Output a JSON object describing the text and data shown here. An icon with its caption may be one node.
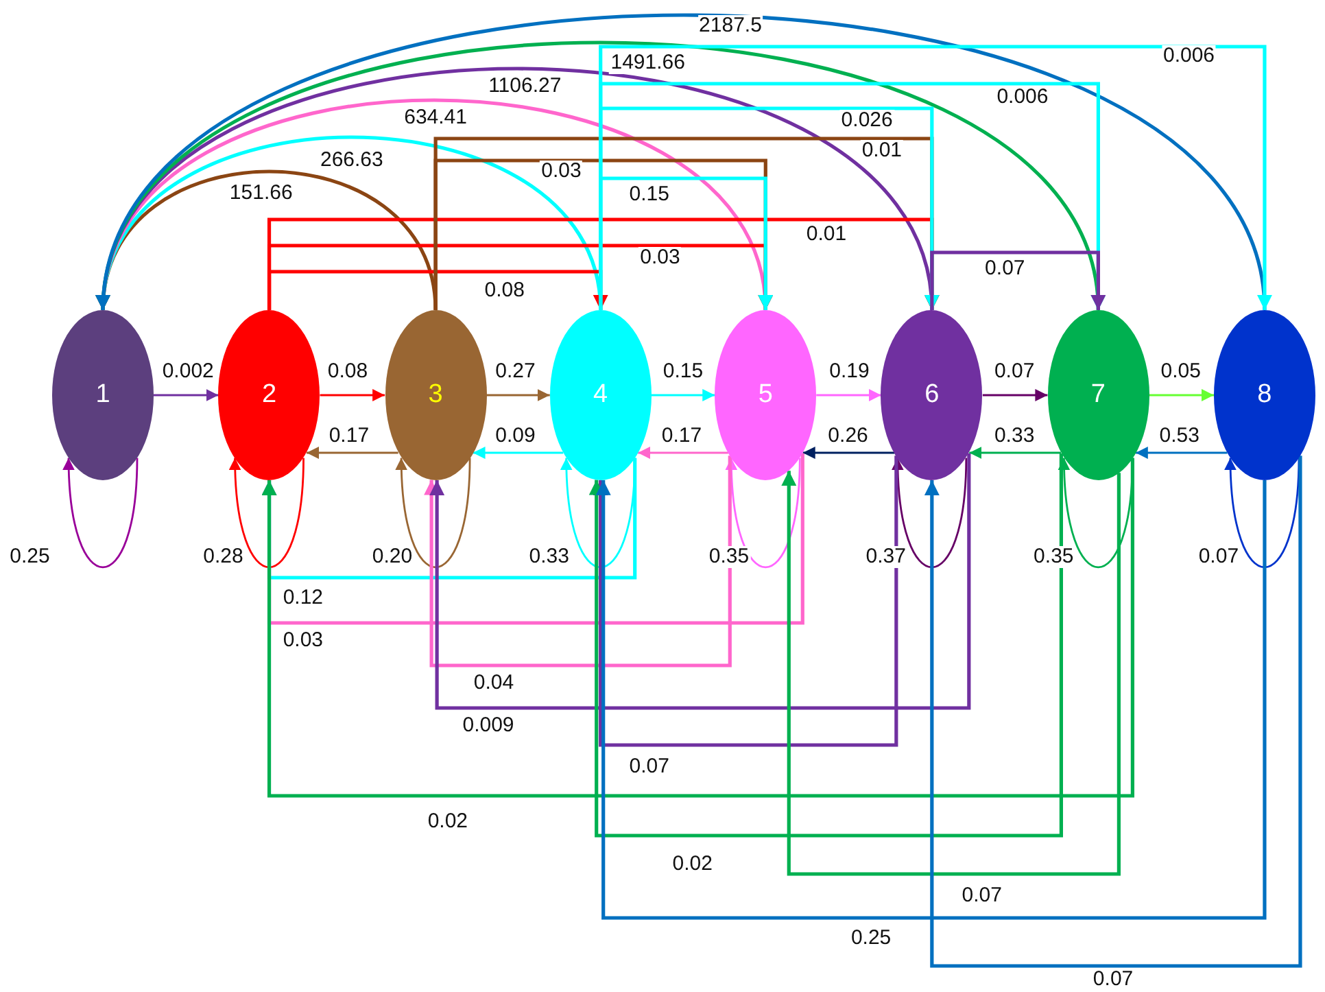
{
  "diagram": {
    "nodes": [
      {
        "text": [
          "1"
        ]
      },
      {
        "text": [
          "2"
        ]
      },
      {
        "text": [
          "3"
        ]
      },
      {
        "text": [
          "4"
        ]
      },
      {
        "text": [
          "5"
        ]
      },
      {
        "text": [
          "6"
        ]
      },
      {
        "text": [
          "7"
        ]
      },
      {
        "text": [
          "8"
        ]
      }
    ],
    "edges": [
      {
        "from": 0,
        "to": 1,
        "arrow": "to",
        "label": "0.002",
        "color": "#7030a0"
      },
      {
        "from": 1,
        "to": 2,
        "arrow": "to",
        "label": "0.08",
        "color": "#ff0000"
      },
      {
        "from": 2,
        "to": 3,
        "arrow": "to",
        "label": "0.27",
        "color": "#996633"
      },
      {
        "from": 3,
        "to": 4,
        "arrow": "to",
        "label": "0.15",
        "color": "#00ffff"
      },
      {
        "from": 4,
        "to": 5,
        "arrow": "to",
        "label": "0.19",
        "color": "#ff66ff"
      },
      {
        "from": 5,
        "to": 6,
        "arrow": "to",
        "label": "0.07",
        "color": "#660066"
      },
      {
        "from": 6,
        "to": 7,
        "arrow": "to",
        "label": "0.05",
        "color": "#66ff33"
      },
      {
        "from": 2,
        "to": 1,
        "arrow": "to",
        "label": "0.17",
        "color": "#996633"
      },
      {
        "from": 3,
        "to": 2,
        "arrow": "to",
        "label": "0.09",
        "color": "#00ffff"
      },
      {
        "from": 4,
        "to": 3,
        "arrow": "to",
        "label": "0.17",
        "color": "#ff66cc"
      },
      {
        "from": 5,
        "to": 4,
        "arrow": "to",
        "label": "0.26",
        "color": "#002060"
      },
      {
        "from": 6,
        "to": 5,
        "arrow": "to",
        "label": "0.33",
        "color": "#00b050"
      },
      {
        "from": 7,
        "to": 6,
        "arrow": "to",
        "label": "0.53",
        "color": "#0070c0"
      },
      {
        "from": 0,
        "to": 0,
        "arrow": "to",
        "label": "0.25",
        "color": "#990099"
      },
      {
        "from": 1,
        "to": 1,
        "arrow": "to",
        "label": "0.28",
        "color": "#ff0000"
      },
      {
        "from": 2,
        "to": 2,
        "arrow": "to",
        "label": "0.20",
        "color": "#996633"
      },
      {
        "from": 3,
        "to": 3,
        "arrow": "to",
        "label": "0.33",
        "color": "#00ffff"
      },
      {
        "from": 4,
        "to": 4,
        "arrow": "to",
        "label": "0.35",
        "color": "#ff66ff"
      },
      {
        "from": 5,
        "to": 5,
        "arrow": "to",
        "label": "0.37",
        "color": "#660066"
      },
      {
        "from": 6,
        "to": 6,
        "arrow": "to",
        "label": "0.35",
        "color": "#00b050"
      },
      {
        "from": 7,
        "to": 7,
        "arrow": "to",
        "label": "0.07",
        "color": "#0033cc"
      },
      {
        "from": 2,
        "to": 0,
        "arrow": "to",
        "label": "151.66",
        "color": "#8b4513"
      },
      {
        "from": 3,
        "to": 0,
        "arrow": "to",
        "label": "266.63",
        "color": "#00ffff"
      },
      {
        "from": 4,
        "to": 0,
        "arrow": "to",
        "label": "634.41",
        "color": "#ff66cc"
      },
      {
        "from": 5,
        "to": 0,
        "arrow": "to",
        "label": "1106.27",
        "color": "#7030a0"
      },
      {
        "from": 6,
        "to": 0,
        "arrow": "to",
        "label": "1491.66",
        "color": "#00b050"
      },
      {
        "from": 7,
        "to": 0,
        "arrow": "to",
        "label": "2187.5",
        "color": "#0070c0"
      },
      {
        "from": 1,
        "to": 3,
        "arrow": "to",
        "label": "0.08",
        "color": "#ff0000"
      },
      {
        "from": 1,
        "to": 4,
        "arrow": "to",
        "label": "0.03",
        "color": "#ff0000"
      },
      {
        "from": 1,
        "to": 5,
        "arrow": "to",
        "label": "0.01",
        "color": "#ff0000"
      },
      {
        "from": 2,
        "to": 4,
        "arrow": "to",
        "label": "0.03",
        "color": "#8b4513"
      },
      {
        "from": 2,
        "to": 5,
        "arrow": "to",
        "label": "0.01",
        "color": "#8b4513"
      },
      {
        "from": 3,
        "to": 4,
        "arrow": "to",
        "label": "0.15",
        "color": "#00ffff"
      },
      {
        "from": 3,
        "to": 5,
        "arrow": "to",
        "label": "0.026",
        "color": "#00ffff"
      },
      {
        "from": 3,
        "to": 6,
        "arrow": "to",
        "label": "0.006",
        "color": "#00ffff"
      },
      {
        "from": 3,
        "to": 7,
        "arrow": "to",
        "label": "0.006",
        "color": "#00ffff"
      },
      {
        "from": 5,
        "to": 6,
        "arrow": "to",
        "label": "0.07",
        "color": "#7030a0"
      },
      {
        "from": 3,
        "to": 1,
        "arrow": "to",
        "label": "0.12",
        "color": "#00ffff"
      },
      {
        "from": 4,
        "to": 1,
        "arrow": "to",
        "label": "0.03",
        "color": "#ff66cc"
      },
      {
        "from": 4,
        "to": 2,
        "arrow": "to",
        "label": "0.04",
        "color": "#ff66cc"
      },
      {
        "from": 5,
        "to": 2,
        "arrow": "to",
        "label": "0.009",
        "color": "#7030a0"
      },
      {
        "from": 5,
        "to": 3,
        "arrow": "to",
        "label": "0.07",
        "color": "#7030a0"
      },
      {
        "from": 6,
        "to": 1,
        "arrow": "to",
        "label": "0.02",
        "color": "#00b050"
      },
      {
        "from": 6,
        "to": 3,
        "arrow": "to",
        "label": "0.02",
        "color": "#00b050"
      },
      {
        "from": 6,
        "to": 4,
        "arrow": "to",
        "label": "0.07",
        "color": "#00b050"
      },
      {
        "from": 7,
        "to": 3,
        "arrow": "to",
        "label": "0.25",
        "color": "#0070c0"
      },
      {
        "from": 7,
        "to": 5,
        "arrow": "to",
        "label": "0.07",
        "color": "#0070c0"
      }
    ]
  }
}
